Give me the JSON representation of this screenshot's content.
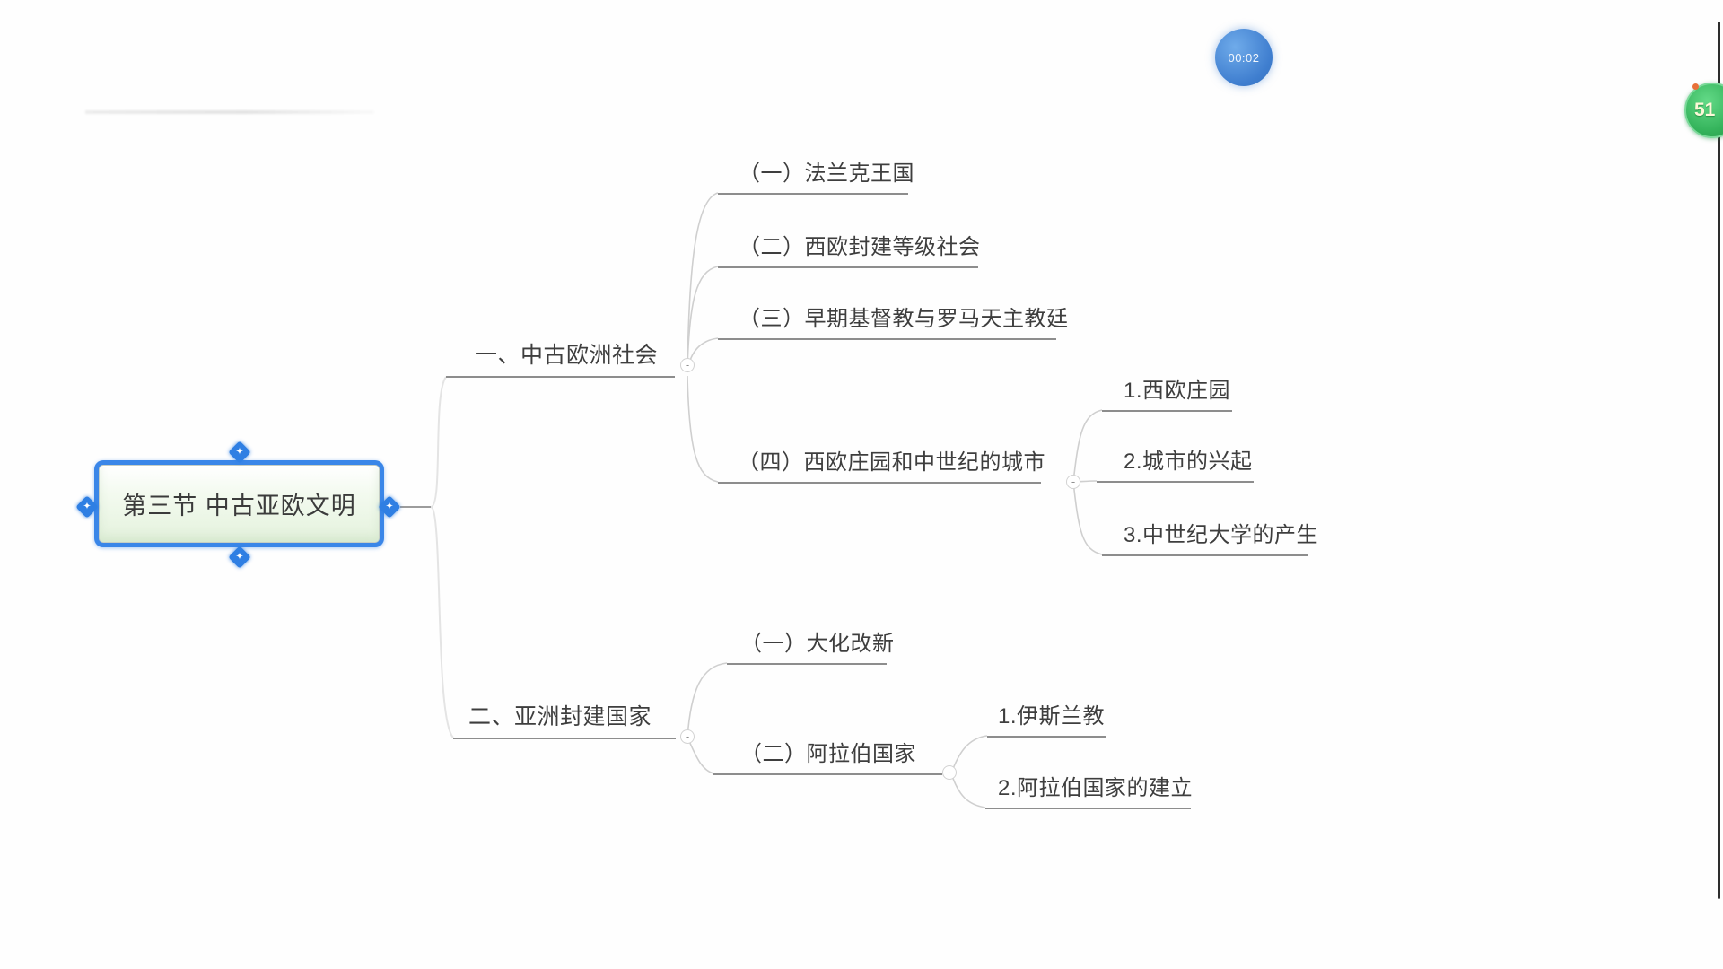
{
  "ui": {
    "collapse_glyph": "-"
  },
  "overlay": {
    "timer": "00:02",
    "float_button_label": "51"
  },
  "colors": {
    "selection_blue": "#2f7fe3",
    "root_fill_green": "#e4f2dd",
    "underline_gray": "#8d8d8d",
    "connector_gray": "#cfcfcf",
    "timer_blue": "#3f7ecf",
    "float_green": "#35b45c",
    "text": "#3e3e3e"
  },
  "mindmap": {
    "root": {
      "label": "第三节 中古亚欧文明",
      "selected": true
    },
    "branches": [
      {
        "label": "一、中古欧洲社会",
        "children": [
          {
            "label": "（一）法兰克王国"
          },
          {
            "label": "（二）西欧封建等级社会"
          },
          {
            "label": "（三）早期基督教与罗马天主教廷"
          },
          {
            "label": "（四）西欧庄园和中世纪的城市",
            "children": [
              {
                "label": "1.西欧庄园"
              },
              {
                "label": "2.城市的兴起"
              },
              {
                "label": "3.中世纪大学的产生"
              }
            ]
          }
        ]
      },
      {
        "label": "二、亚洲封建国家",
        "children": [
          {
            "label": "（一）大化改新"
          },
          {
            "label": "（二）阿拉伯国家",
            "children": [
              {
                "label": "1.伊斯兰教"
              },
              {
                "label": "2.阿拉伯国家的建立"
              }
            ]
          }
        ]
      }
    ]
  }
}
